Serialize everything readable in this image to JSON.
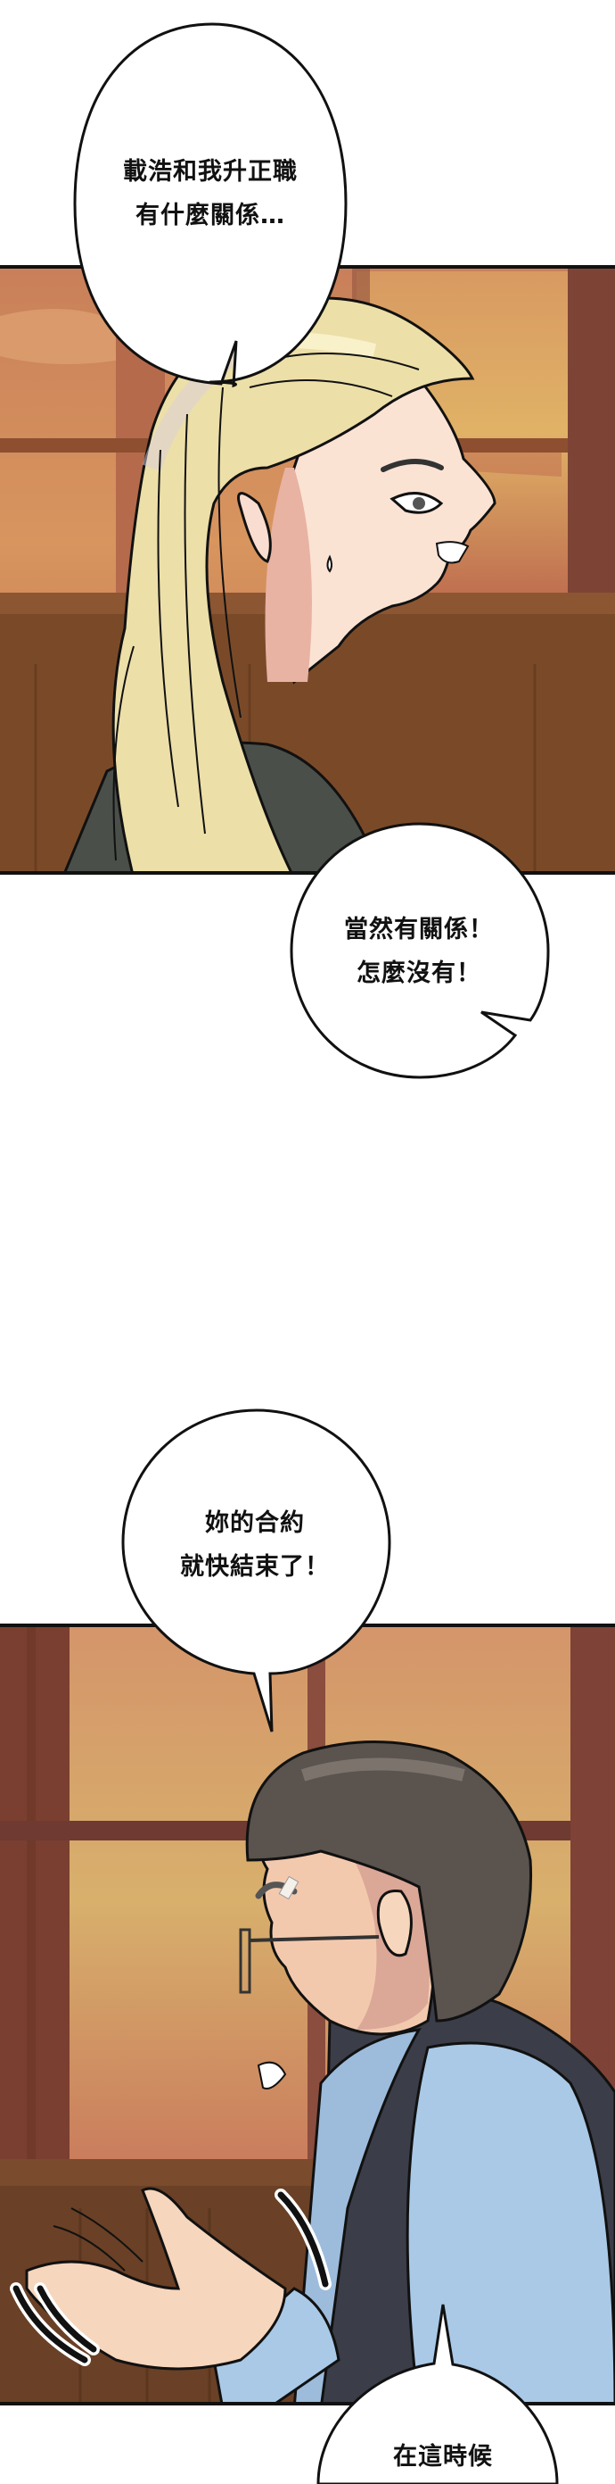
{
  "comic": {
    "layout": "vertical webtoon strip",
    "panels": [
      {
        "id": "panel-1",
        "description": "Blonde woman in dark blazer, side profile, worried expression, sweat drop, sunset window behind",
        "colors": {
          "sky": "#d08a5c",
          "sky_light": "#e0a865",
          "frame": "#8e4f36",
          "wood": "#6f4427",
          "hair": "#ecdfa8",
          "skin": "#fbe3d4",
          "blazer": "#4a4f4a"
        }
      },
      {
        "id": "panel-2",
        "description": "Man with glasses and bowl haircut, blue shirt and dark vest, speaking with open hands gesture, motion lines",
        "colors": {
          "sky": "#d4956a",
          "sky_light": "#d8b06c",
          "frame": "#7a3f30",
          "wood": "#6a4026",
          "hair": "#5a534e",
          "skin": "#f3c9ae",
          "shirt": "#a9c9e6",
          "vest": "#3b3d48"
        }
      }
    ],
    "bubbles": [
      {
        "id": "bubble-1",
        "lines": [
          "載浩和我升正職",
          "有什麼關係…"
        ]
      },
      {
        "id": "bubble-2",
        "lines": [
          "當然有關係！",
          "怎麼沒有！"
        ]
      },
      {
        "id": "bubble-3",
        "lines": [
          "妳的合約",
          "就快結束了！"
        ]
      },
      {
        "id": "bubble-4",
        "lines": [
          "在這時候"
        ]
      }
    ]
  }
}
